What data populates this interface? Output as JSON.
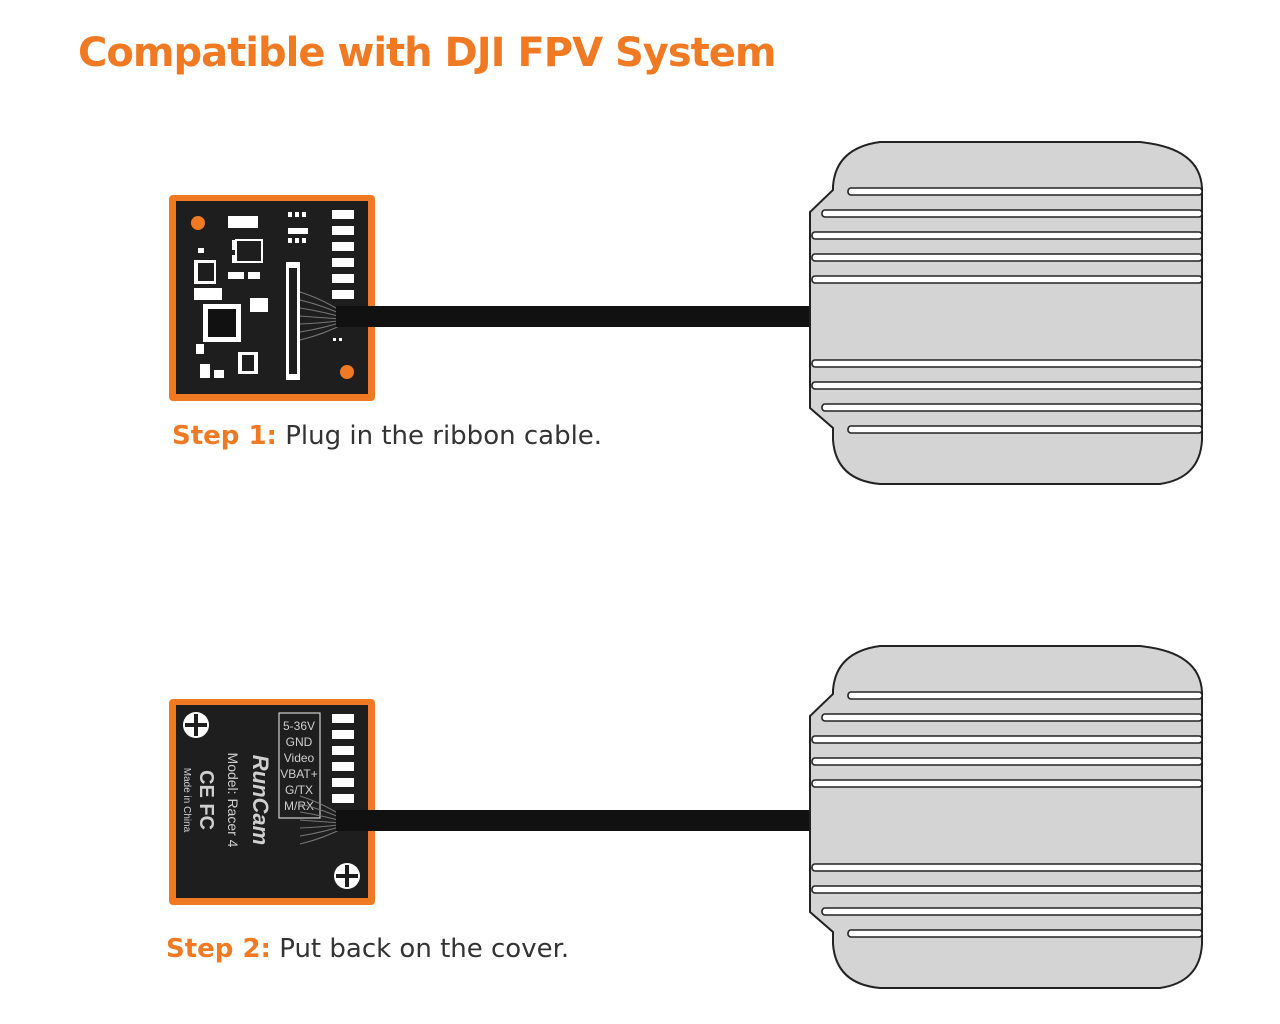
{
  "title": "Compatible with DJI FPV System",
  "colors": {
    "accent": "#f07a23",
    "board": "#1e1e1e",
    "unit": "#d4d4d4"
  },
  "steps": [
    {
      "label": "Step 1:",
      "text": "Plug in the ribbon cable."
    },
    {
      "label": "Step 2:",
      "text": "Put back on the cover."
    }
  ],
  "cover": {
    "pins": [
      "5-36V",
      "GND",
      "Video",
      "VBAT+",
      "G/TX",
      "M/RX"
    ],
    "brand": "RunCam",
    "model": "Model: Racer 4",
    "marks": "CE FC",
    "origin": "Made in China"
  }
}
